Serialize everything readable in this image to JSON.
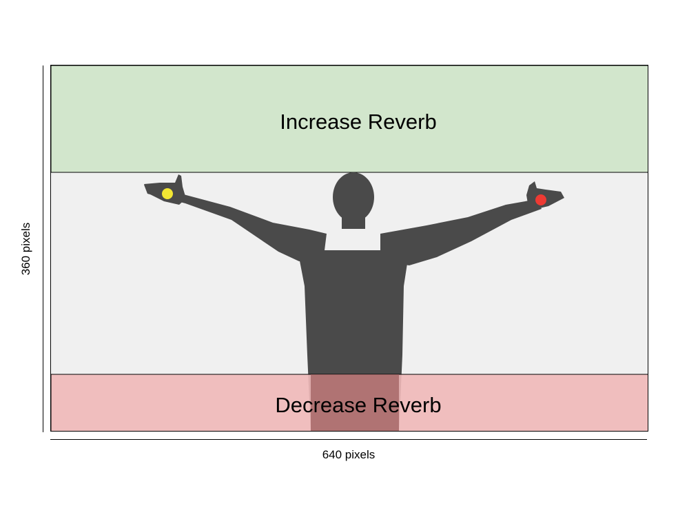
{
  "zones": {
    "increase": {
      "label": "Increase Reverb",
      "color": "#d2e6cc"
    },
    "neutral": {
      "color": "#f0f0f0"
    },
    "decrease": {
      "label": "Decrease Reverb",
      "color": "#f0b8b8"
    }
  },
  "silhouette": {
    "color": "#4a4a4a"
  },
  "markers": {
    "left_hand": {
      "color": "#f2e633"
    },
    "right_hand": {
      "color": "#ee3a33"
    }
  },
  "axes": {
    "width_label": "640 pixels",
    "height_label": "360 pixels"
  }
}
